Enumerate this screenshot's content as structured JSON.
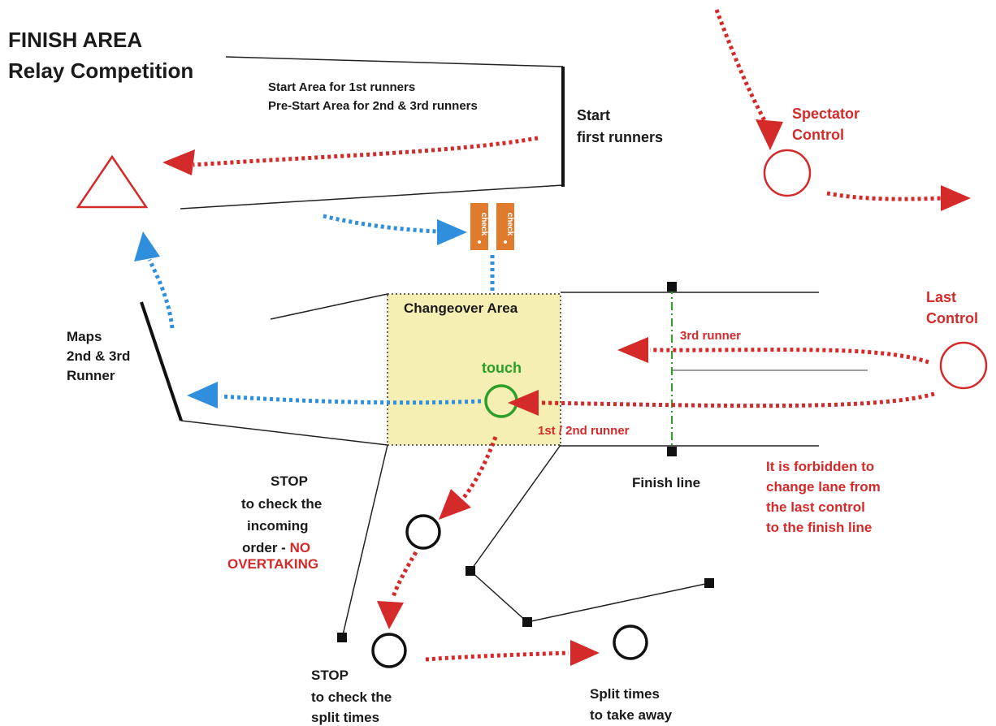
{
  "title": {
    "line1": "FINISH AREA",
    "line2": "Relay Competition"
  },
  "labels": {
    "start_area_line1": "Start Area for 1st runners",
    "start_area_line2": "Pre-Start Area for 2nd & 3rd runners",
    "start_line1": "Start",
    "start_line2": "first runners",
    "spectator_line1": "Spectator",
    "spectator_line2": "Control",
    "last_control_line1": "Last",
    "last_control_line2": "Control",
    "changeover_area": "Changeover Area",
    "touch": "touch",
    "third_runner": "3rd runner",
    "first_second_runner": "1st / 2nd runner",
    "maps_line1": "Maps",
    "maps_line2": "2nd & 3rd",
    "maps_line3": "Runner",
    "finish_line": "Finish line",
    "stop1_line1": "STOP",
    "stop1_line2": "to check the",
    "stop1_line3": "incoming",
    "stop1_line4": "order - ",
    "stop1_red1": "NO",
    "stop1_red2": "OVERTAKING",
    "stop2_line1": "STOP",
    "stop2_line2": "to check the",
    "stop2_line3": "split times",
    "split_line1": "Split times",
    "split_line2": "to take away",
    "rule_line1": "It is  forbidden to",
    "rule_line2": "change lane from",
    "rule_line3": "the last control",
    "rule_line4": "to the finish line",
    "check1": "check",
    "check2": "check"
  },
  "colors": {
    "red": "#d42a2a",
    "blue": "#2f8fdc",
    "green": "#2aa02a",
    "changeover_fill": "#f6efb4",
    "check_box": "#e07b2e"
  }
}
